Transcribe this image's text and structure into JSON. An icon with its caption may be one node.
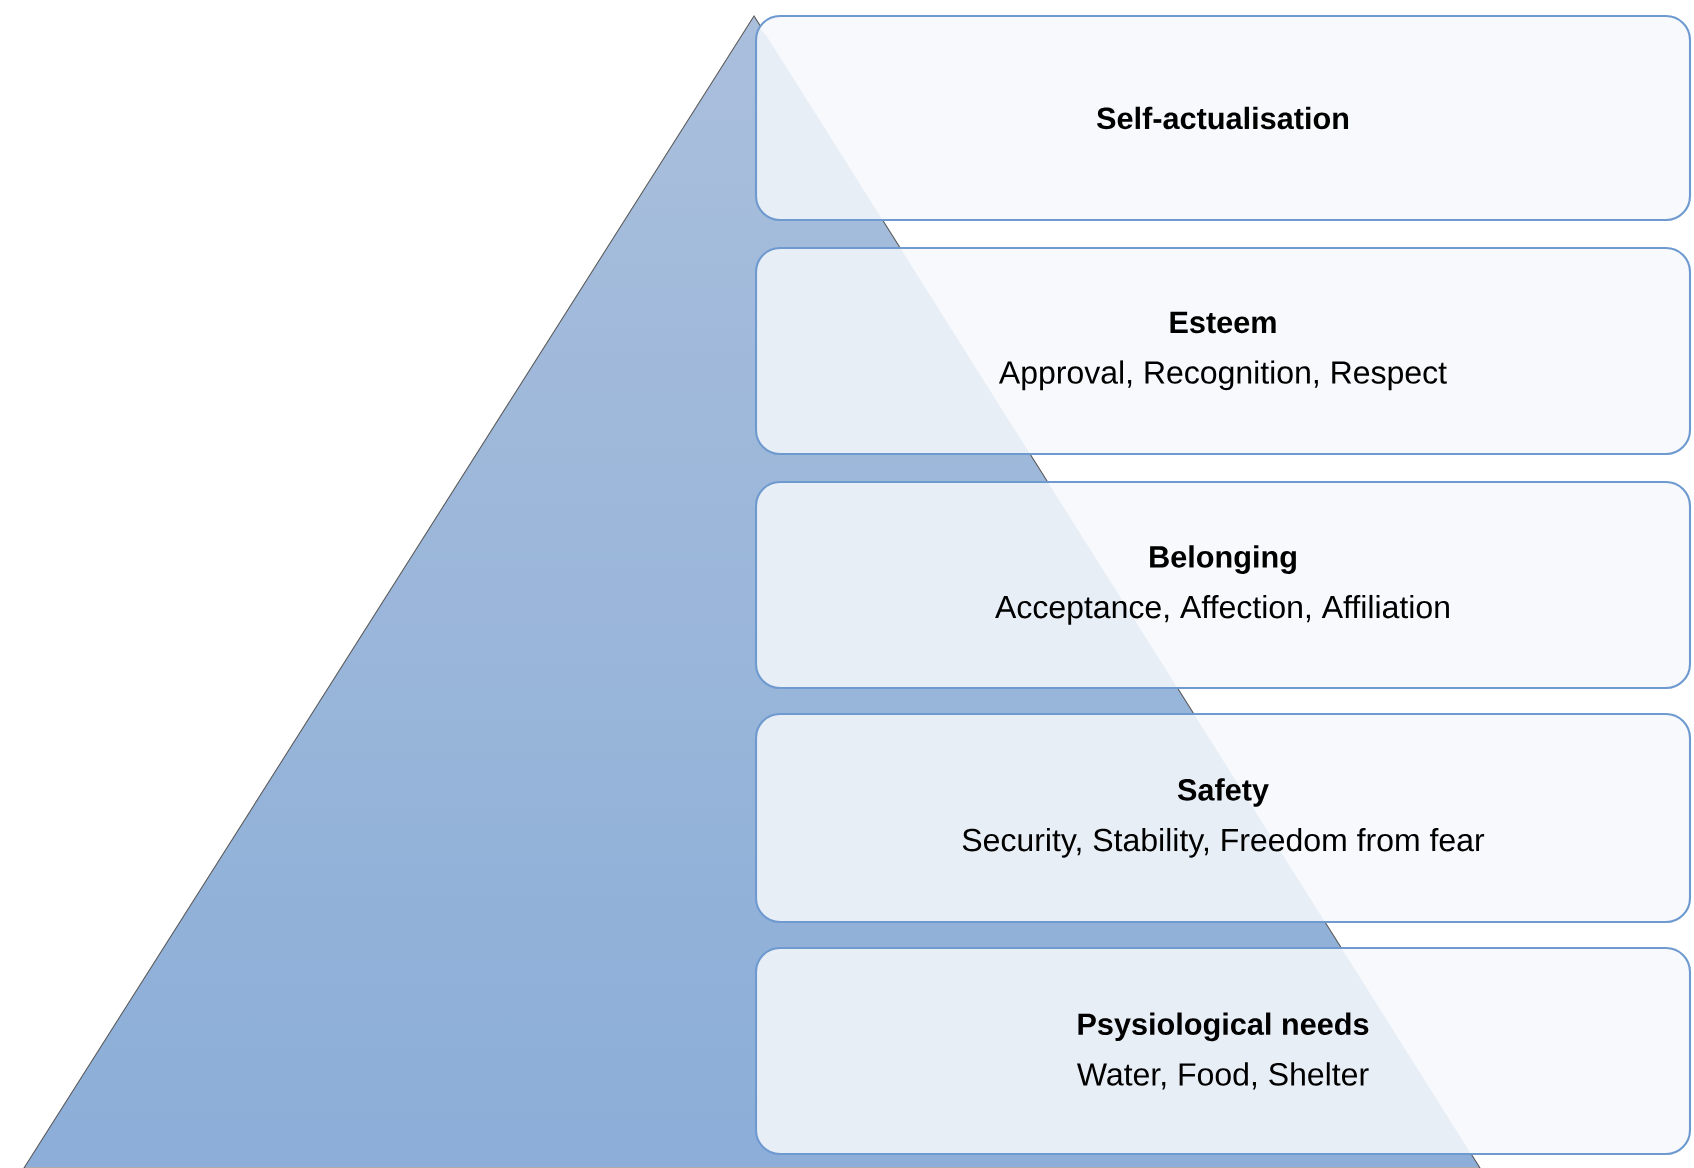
{
  "diagram": {
    "nodes": [
      {
        "text": [
          "Self-actualisation"
        ]
      },
      {
        "text": [
          "Esteem",
          "Approval, Recognition, Respect"
        ]
      },
      {
        "text": [
          "Belonging",
          "Acceptance, Affection, Affiliation"
        ]
      },
      {
        "text": [
          "Safety",
          "Security, Stability, Freedom from fear"
        ]
      },
      {
        "text": [
          "Psysiological needs",
          "Water, Food, Shelter"
        ]
      }
    ]
  }
}
